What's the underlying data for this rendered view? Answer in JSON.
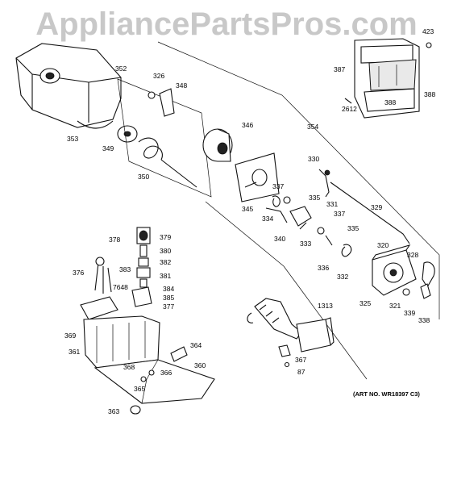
{
  "watermark": "AppliancePartsPros.com",
  "art_number": "(ART NO. WR18397 C3)",
  "part_labels": {
    "p352": "352",
    "p326": "326",
    "p348": "348",
    "p423": "423",
    "p387": "387",
    "p2612": "2612",
    "p388a": "388",
    "p388b": "388",
    "p354": "354",
    "p346": "346",
    "p353": "353",
    "p349": "349",
    "p350": "350",
    "p330": "330",
    "p337a": "337",
    "p335a": "335",
    "p331": "331",
    "p329": "329",
    "p337b": "337",
    "p345": "345",
    "p334": "334",
    "p340": "340",
    "p333": "333",
    "p335b": "335",
    "p320": "320",
    "p328": "328",
    "p336": "336",
    "p332": "332",
    "p378": "378",
    "p379": "379",
    "p380": "380",
    "p382": "382",
    "p383": "383",
    "p381": "381",
    "p376": "376",
    "p7648": "7648",
    "p384": "384",
    "p385": "385",
    "p377": "377",
    "p325": "325",
    "p321": "321",
    "p339": "339",
    "p338": "338",
    "p1313": "1313",
    "p369": "369",
    "p361": "361",
    "p364": "364",
    "p360": "360",
    "p368": "368",
    "p366": "366",
    "p367": "367",
    "p87": "87",
    "p365": "365",
    "p363": "363"
  }
}
